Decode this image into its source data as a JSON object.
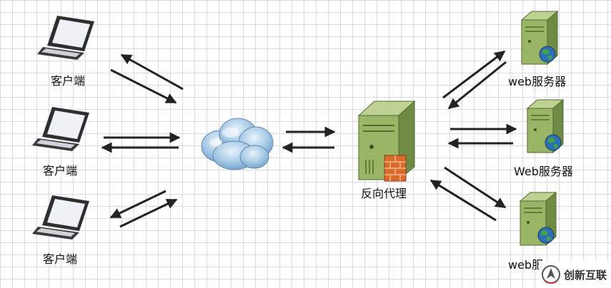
{
  "nodes": {
    "client_label": "客户端",
    "proxy_label": "反向代理",
    "server_labels": [
      "web服务器",
      "Web服务器",
      "web服"
    ]
  },
  "watermark": {
    "text": "创新互联"
  }
}
